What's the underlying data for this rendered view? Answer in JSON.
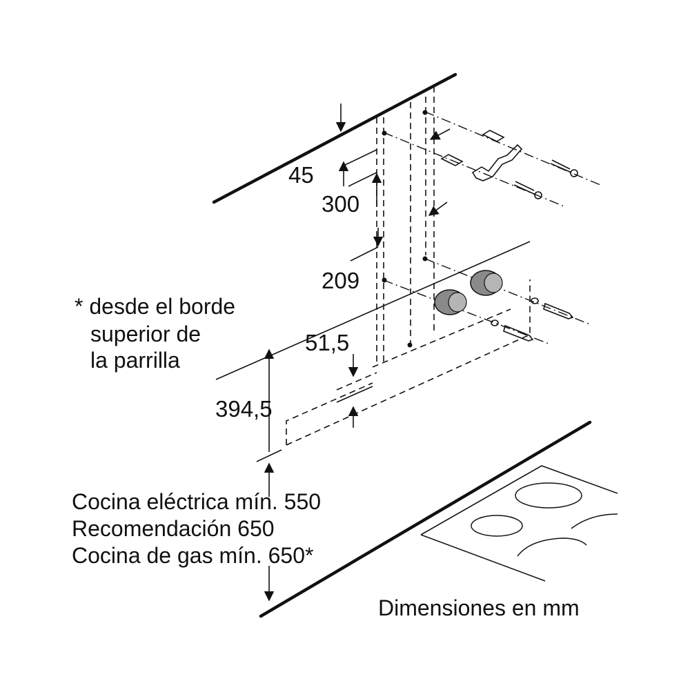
{
  "dimensions": {
    "d45": "45",
    "d300": "300",
    "d209": "209",
    "d51_5": "51,5",
    "d394_5": "394,5"
  },
  "note": {
    "line1": "* desde el borde",
    "line2": "superior de",
    "line3": "la parrilla"
  },
  "clearances": {
    "line1": "Cocina eléctrica mín. 550",
    "line2": "Recomendación 650",
    "line3": "Cocina de gas mín. 650*"
  },
  "units": "Dimensiones en mm",
  "colors": {
    "ink": "#111111",
    "background": "#ffffff",
    "plug": "#8a8a8a"
  }
}
